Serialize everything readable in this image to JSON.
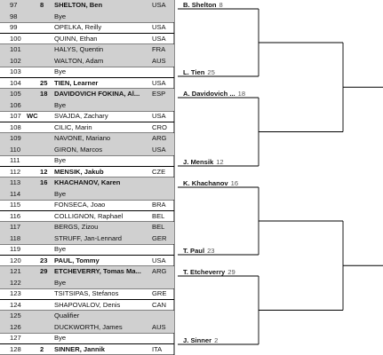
{
  "section": {
    "players": [
      {
        "num": "97",
        "tag": "",
        "seed": "8",
        "name": "SHELTON, Ben",
        "country": "USA",
        "bold": true
      },
      {
        "num": "98",
        "tag": "",
        "seed": "",
        "name": "Bye",
        "country": "",
        "bold": false
      },
      {
        "num": "99",
        "tag": "",
        "seed": "",
        "name": "OPELKA, Reilly",
        "country": "USA",
        "bold": false
      },
      {
        "num": "100",
        "tag": "",
        "seed": "",
        "name": "QUINN, Ethan",
        "country": "USA",
        "bold": false
      },
      {
        "num": "101",
        "tag": "",
        "seed": "",
        "name": "HALYS, Quentin",
        "country": "FRA",
        "bold": false
      },
      {
        "num": "102",
        "tag": "",
        "seed": "",
        "name": "WALTON, Adam",
        "country": "AUS",
        "bold": false
      },
      {
        "num": "103",
        "tag": "",
        "seed": "",
        "name": "Bye",
        "country": "",
        "bold": false
      },
      {
        "num": "104",
        "tag": "",
        "seed": "25",
        "name": "TIEN, Learner",
        "country": "USA",
        "bold": true
      },
      {
        "num": "105",
        "tag": "",
        "seed": "18",
        "name": "DAVIDOVICH FOKINA, Al...",
        "country": "ESP",
        "bold": true
      },
      {
        "num": "106",
        "tag": "",
        "seed": "",
        "name": "Bye",
        "country": "",
        "bold": false
      },
      {
        "num": "107",
        "tag": "WC",
        "seed": "",
        "name": "SVAJDA, Zachary",
        "country": "USA",
        "bold": false
      },
      {
        "num": "108",
        "tag": "",
        "seed": "",
        "name": "CILIC, Marin",
        "country": "CRO",
        "bold": false
      },
      {
        "num": "109",
        "tag": "",
        "seed": "",
        "name": "NAVONE, Mariano",
        "country": "ARG",
        "bold": false
      },
      {
        "num": "110",
        "tag": "",
        "seed": "",
        "name": "GIRON, Marcos",
        "country": "USA",
        "bold": false
      },
      {
        "num": "111",
        "tag": "",
        "seed": "",
        "name": "Bye",
        "country": "",
        "bold": false
      },
      {
        "num": "112",
        "tag": "",
        "seed": "12",
        "name": "MENSIK, Jakub",
        "country": "CZE",
        "bold": true
      },
      {
        "num": "113",
        "tag": "",
        "seed": "16",
        "name": "KHACHANOV, Karen",
        "country": "",
        "bold": true
      },
      {
        "num": "114",
        "tag": "",
        "seed": "",
        "name": "Bye",
        "country": "",
        "bold": false
      },
      {
        "num": "115",
        "tag": "",
        "seed": "",
        "name": "FONSECA, Joao",
        "country": "BRA",
        "bold": false
      },
      {
        "num": "116",
        "tag": "",
        "seed": "",
        "name": "COLLIGNON, Raphael",
        "country": "BEL",
        "bold": false
      },
      {
        "num": "117",
        "tag": "",
        "seed": "",
        "name": "BERGS, Zizou",
        "country": "BEL",
        "bold": false
      },
      {
        "num": "118",
        "tag": "",
        "seed": "",
        "name": "STRUFF, Jan-Lennard",
        "country": "GER",
        "bold": false
      },
      {
        "num": "119",
        "tag": "",
        "seed": "",
        "name": "Bye",
        "country": "",
        "bold": false
      },
      {
        "num": "120",
        "tag": "",
        "seed": "23",
        "name": "PAUL, Tommy",
        "country": "USA",
        "bold": true
      },
      {
        "num": "121",
        "tag": "",
        "seed": "29",
        "name": "ETCHEVERRY, Tomas Ma...",
        "country": "ARG",
        "bold": true
      },
      {
        "num": "122",
        "tag": "",
        "seed": "",
        "name": "Bye",
        "country": "",
        "bold": false
      },
      {
        "num": "123",
        "tag": "",
        "seed": "",
        "name": "TSITSIPAS, Stefanos",
        "country": "GRE",
        "bold": false
      },
      {
        "num": "124",
        "tag": "",
        "seed": "",
        "name": "SHAPOVALOV, Denis",
        "country": "CAN",
        "bold": false
      },
      {
        "num": "125",
        "tag": "",
        "seed": "",
        "name": "Qualifier",
        "country": "",
        "bold": false
      },
      {
        "num": "126",
        "tag": "",
        "seed": "",
        "name": "DUCKWORTH, James",
        "country": "AUS",
        "bold": false
      },
      {
        "num": "127",
        "tag": "",
        "seed": "",
        "name": "Bye",
        "country": "",
        "bold": false
      },
      {
        "num": "128",
        "tag": "",
        "seed": "2",
        "name": "SINNER, Jannik",
        "country": "ITA",
        "bold": true
      }
    ],
    "round2": [
      {
        "name": "B. Shelton",
        "seed": "8"
      },
      {
        "name": "L. Tien",
        "seed": "25"
      },
      {
        "name": "A. Davidovich ...",
        "seed": "18"
      },
      {
        "name": "J. Mensik",
        "seed": "12"
      },
      {
        "name": "K. Khachanov",
        "seed": "16"
      },
      {
        "name": "T. Paul",
        "seed": "23"
      },
      {
        "name": "T. Etcheverry",
        "seed": "29"
      },
      {
        "name": "J. Sinner",
        "seed": "2"
      }
    ]
  }
}
